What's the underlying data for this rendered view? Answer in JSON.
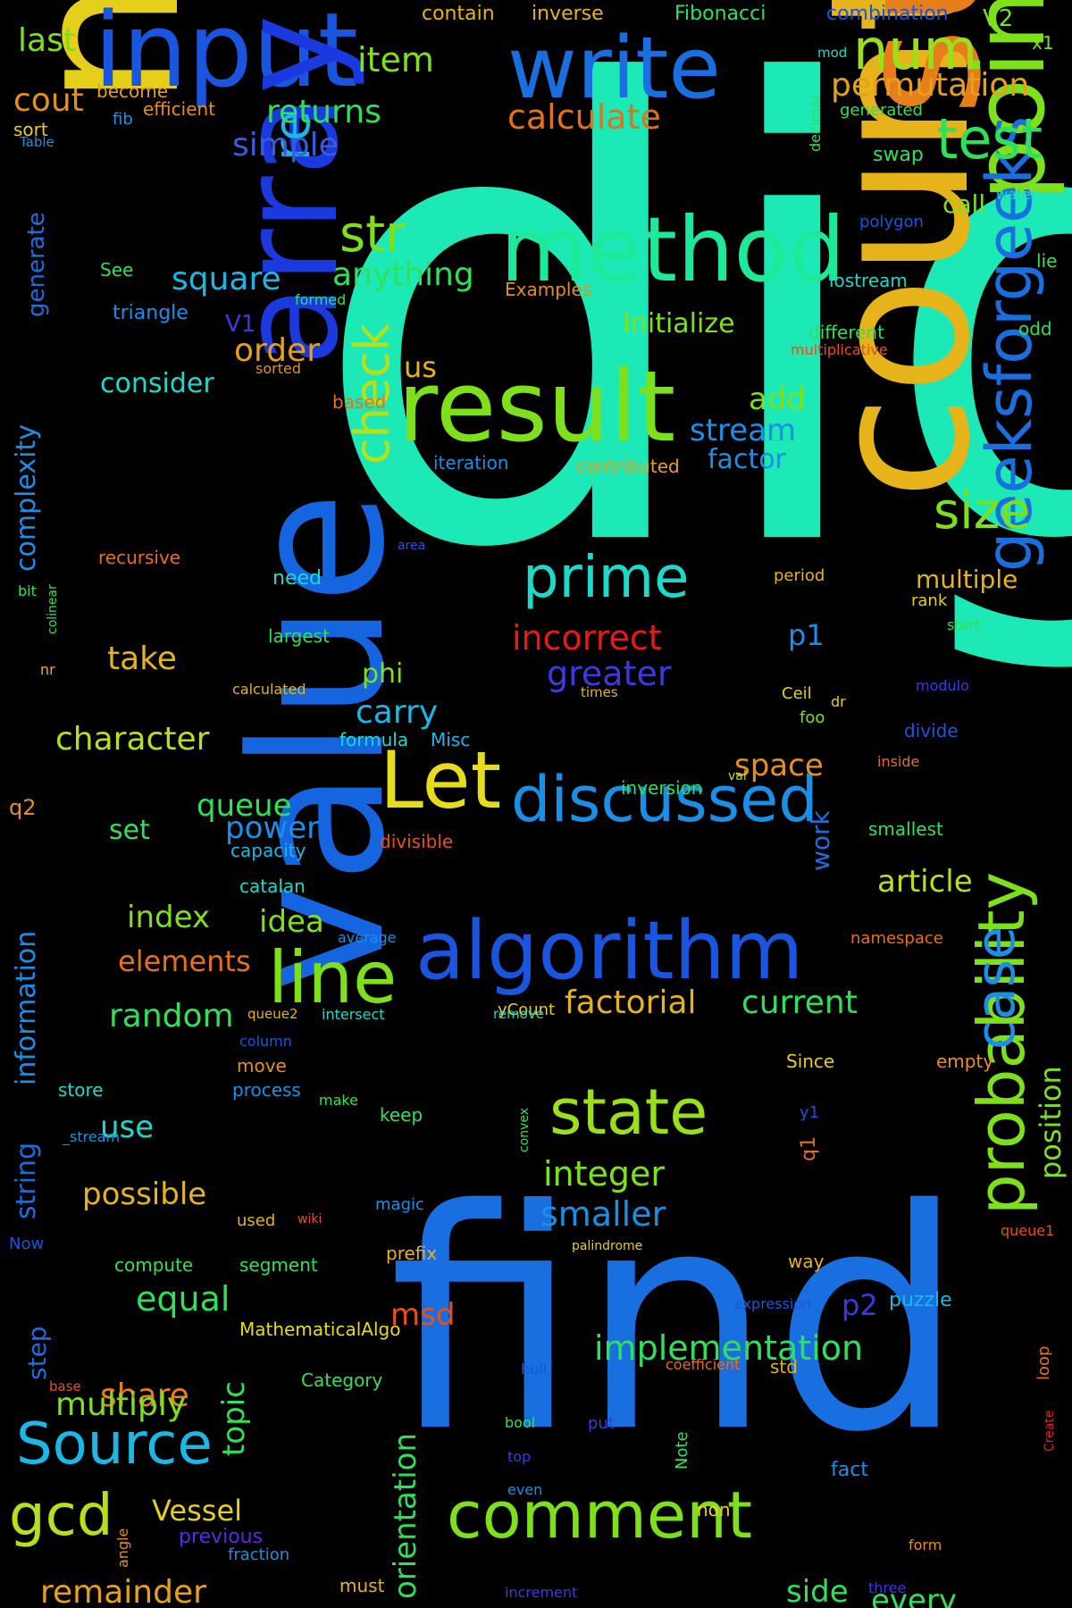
{
  "colors": {
    "background": "#000000"
  },
  "words": [
    {
      "text": "digit",
      "color": "#1de9b6"
    },
    {
      "text": "numbers",
      "color": "#e6cf1a"
    },
    {
      "text": "value",
      "color": "#1565e0"
    },
    {
      "text": "find",
      "color": "#1a6fe0"
    },
    {
      "text": "count",
      "color": "#e6b41a"
    },
    {
      "text": "sum",
      "color": "#e67e1a"
    },
    {
      "text": "input",
      "color": "#1a55e0"
    },
    {
      "text": "array",
      "color": "#1a3ae0"
    },
    {
      "text": "result",
      "color": "#7ee01a"
    },
    {
      "text": "method",
      "color": "#1de99a"
    },
    {
      "text": "write",
      "color": "#1a6fe0"
    },
    {
      "text": "points",
      "color": "#7ee01a"
    },
    {
      "text": "algorithm",
      "color": "#1a55e0"
    },
    {
      "text": "geeksforgeeks",
      "color": "#1a6fe0"
    },
    {
      "text": "probability",
      "color": "#7ee01a"
    },
    {
      "text": "discussed",
      "color": "#1a8fe6"
    },
    {
      "text": "Let",
      "color": "#e6dc1a"
    },
    {
      "text": "line",
      "color": "#7ee01a"
    },
    {
      "text": "comment",
      "color": "#7ee01a"
    },
    {
      "text": "state",
      "color": "#9ae01a"
    },
    {
      "text": "prime",
      "color": "#1dd9c9"
    },
    {
      "text": "test",
      "color": "#2ee05a"
    },
    {
      "text": "num",
      "color": "#9ae01a"
    },
    {
      "text": "Source",
      "color": "#1ab8e6"
    },
    {
      "text": "case",
      "color": "#1a8fe6"
    },
    {
      "text": "gcd",
      "color": "#b5e01a"
    },
    {
      "text": "str",
      "color": "#7ee01a"
    },
    {
      "text": "check",
      "color": "#b5e01a"
    },
    {
      "text": "re",
      "color": "#1ab8e6"
    },
    {
      "text": "size",
      "color": "#7ee01a"
    },
    {
      "text": "implementation",
      "color": "#2ee05a"
    },
    {
      "text": "integer",
      "color": "#7ee01a"
    },
    {
      "text": "smaller",
      "color": "#1a8fe6"
    },
    {
      "text": "incorrect",
      "color": "#e61a1a"
    },
    {
      "text": "greater",
      "color": "#3a3ae0"
    },
    {
      "text": "permutation",
      "color": "#e6a01a"
    },
    {
      "text": "calculate",
      "color": "#e6701a"
    },
    {
      "text": "returns",
      "color": "#2ee05a"
    },
    {
      "text": "item",
      "color": "#7ee01a"
    },
    {
      "text": "anything",
      "color": "#2ee05a"
    },
    {
      "text": "square",
      "color": "#1ab8e6"
    },
    {
      "text": "simple",
      "color": "#3a5ae0"
    },
    {
      "text": "cout",
      "color": "#e6901a"
    },
    {
      "text": "last",
      "color": "#7ee01a"
    },
    {
      "text": "order",
      "color": "#e6a01a"
    },
    {
      "text": "consider",
      "color": "#1dd9c9"
    },
    {
      "text": "complexity",
      "color": "#1a8fe6"
    },
    {
      "text": "character",
      "color": "#b5e01a"
    },
    {
      "text": "take",
      "color": "#e6b41a"
    },
    {
      "text": "carry",
      "color": "#1ab8e6"
    },
    {
      "text": "phi",
      "color": "#7ee01a"
    },
    {
      "text": "queue",
      "color": "#2ee05a"
    },
    {
      "text": "power",
      "color": "#1a8fe6"
    },
    {
      "text": "index",
      "color": "#7ee01a"
    },
    {
      "text": "idea",
      "color": "#7ee01a"
    },
    {
      "text": "random",
      "color": "#2ee05a"
    },
    {
      "text": "elements",
      "color": "#e6701a"
    },
    {
      "text": "information",
      "color": "#1a8fe6"
    },
    {
      "text": "string",
      "color": "#1a6fe0"
    },
    {
      "text": "possible",
      "color": "#e6b41a"
    },
    {
      "text": "use",
      "color": "#1dd9c9"
    },
    {
      "text": "equal",
      "color": "#2ee05a"
    },
    {
      "text": "share",
      "color": "#e67e1a"
    },
    {
      "text": "multiply",
      "color": "#7ee01a"
    },
    {
      "text": "remainder",
      "color": "#e6a01a"
    },
    {
      "text": "Vessel",
      "color": "#e6cf1a"
    },
    {
      "text": "topic",
      "color": "#2ee05a"
    },
    {
      "text": "orientation",
      "color": "#2ee05a"
    },
    {
      "text": "factorial",
      "color": "#e6b41a"
    },
    {
      "text": "current",
      "color": "#2ee05a"
    },
    {
      "text": "article",
      "color": "#b5e01a"
    },
    {
      "text": "space",
      "color": "#e6901a"
    },
    {
      "text": "stream",
      "color": "#1a8fe6"
    },
    {
      "text": "factor",
      "color": "#1a8fe6"
    },
    {
      "text": "add",
      "color": "#7ee01a"
    },
    {
      "text": "multiple",
      "color": "#e6b41a"
    },
    {
      "text": "position",
      "color": "#7ee01a"
    },
    {
      "text": "every",
      "color": "#2ee05a"
    },
    {
      "text": "side",
      "color": "#2ee05a"
    },
    {
      "text": "msd",
      "color": "#e6501a"
    },
    {
      "text": "p2",
      "color": "#3a3ae0"
    },
    {
      "text": "p1",
      "color": "#1a8fe6"
    },
    {
      "text": "puzzle",
      "color": "#1ab8e6"
    },
    {
      "text": "Initialize",
      "color": "#7ee01a"
    },
    {
      "text": "us",
      "color": "#e6b41a"
    },
    {
      "text": "call",
      "color": "#7ee01a"
    },
    {
      "text": "swap",
      "color": "#2ee05a"
    },
    {
      "text": "set",
      "color": "#2ee05a"
    },
    {
      "text": "step",
      "color": "#1a6fe0"
    },
    {
      "text": "generate",
      "color": "#1a6fe0"
    },
    {
      "text": "V1",
      "color": "#3a3ae0"
    },
    {
      "text": "V2",
      "color": "#7ee01a"
    },
    {
      "text": "triangle",
      "color": "#1a8fe6"
    },
    {
      "text": "See",
      "color": "#2ee05a"
    },
    {
      "text": "become",
      "color": "#e6a01a"
    },
    {
      "text": "efficient",
      "color": "#e6901a"
    },
    {
      "text": "fib",
      "color": "#1a8fe6"
    },
    {
      "text": "sort",
      "color": "#e6cf1a"
    },
    {
      "text": "Table",
      "color": "#1a8fe6"
    },
    {
      "text": "contain",
      "color": "#e6b41a"
    },
    {
      "text": "inverse",
      "color": "#e6b41a"
    },
    {
      "text": "Fibonacci",
      "color": "#2ee05a"
    },
    {
      "text": "combination",
      "color": "#1a55e0"
    },
    {
      "text": "x1",
      "color": "#7ee01a"
    },
    {
      "text": "mod",
      "color": "#1dd9c9"
    },
    {
      "text": "generated",
      "color": "#2ee05a"
    },
    {
      "text": "decimal",
      "color": "#2ee05a"
    },
    {
      "text": "water",
      "color": "#1dd9c9"
    },
    {
      "text": "polygon",
      "color": "#1a55e0"
    },
    {
      "text": "lie",
      "color": "#2ee05a"
    },
    {
      "text": "iostream",
      "color": "#1dd9c9"
    },
    {
      "text": "Examples",
      "color": "#e6901a"
    },
    {
      "text": "formed",
      "color": "#2ee05a"
    },
    {
      "text": "different",
      "color": "#2ee05a"
    },
    {
      "text": "odd",
      "color": "#2ee05a"
    },
    {
      "text": "multiplicative",
      "color": "#e6501a"
    },
    {
      "text": "sorted",
      "color": "#e6901a"
    },
    {
      "text": "based",
      "color": "#e6701a"
    },
    {
      "text": "iteration",
      "color": "#1a8fe6"
    },
    {
      "text": "contributed",
      "color": "#e6a01a"
    },
    {
      "text": "recursive",
      "color": "#e6701a"
    },
    {
      "text": "area",
      "color": "#1a55e0"
    },
    {
      "text": "need",
      "color": "#1dd9c9"
    },
    {
      "text": "bit",
      "color": "#2ee05a"
    },
    {
      "text": "colinear",
      "color": "#2ee05a"
    },
    {
      "text": "nr",
      "color": "#e6b41a"
    },
    {
      "text": "largest",
      "color": "#2ee05a"
    },
    {
      "text": "period",
      "color": "#e6b41a"
    },
    {
      "text": "rank",
      "color": "#e6cf1a"
    },
    {
      "text": "start",
      "color": "#2ee05a"
    },
    {
      "text": "calculated",
      "color": "#e6b41a"
    },
    {
      "text": "times",
      "color": "#e6b41a"
    },
    {
      "text": "Ceil",
      "color": "#e6cf1a"
    },
    {
      "text": "dr",
      "color": "#e6cf1a"
    },
    {
      "text": "modulo",
      "color": "#3a3ae0"
    },
    {
      "text": "foo",
      "color": "#7ee01a"
    },
    {
      "text": "divide",
      "color": "#1a55e0"
    },
    {
      "text": "formula",
      "color": "#1dd9c9"
    },
    {
      "text": "Misc",
      "color": "#1ab8e6"
    },
    {
      "text": "inside",
      "color": "#e6701a"
    },
    {
      "text": "val",
      "color": "#b5e01a"
    },
    {
      "text": "inversion",
      "color": "#2ee05a"
    },
    {
      "text": "q2",
      "color": "#e6901a"
    },
    {
      "text": "capacity",
      "color": "#1ab8e6"
    },
    {
      "text": "divisible",
      "color": "#e6501a"
    },
    {
      "text": "smallest",
      "color": "#2ee05a"
    },
    {
      "text": "catalan",
      "color": "#1dd9c9"
    },
    {
      "text": "work",
      "color": "#1a6fe0"
    },
    {
      "text": "average",
      "color": "#1a8fe6"
    },
    {
      "text": "namespace",
      "color": "#e6701a"
    },
    {
      "text": "queue2",
      "color": "#e6b41a"
    },
    {
      "text": "intersect",
      "color": "#1dd9c9"
    },
    {
      "text": "yCount",
      "color": "#e6cf1a"
    },
    {
      "text": "remove",
      "color": "#1dd9c9"
    },
    {
      "text": "column",
      "color": "#1a55e0"
    },
    {
      "text": "move",
      "color": "#e6901a"
    },
    {
      "text": "process",
      "color": "#1a8fe6"
    },
    {
      "text": "store",
      "color": "#1dd9c9"
    },
    {
      "text": "make",
      "color": "#2ee05a"
    },
    {
      "text": "Since",
      "color": "#e6cf1a"
    },
    {
      "text": "empty",
      "color": "#e6901a"
    },
    {
      "text": "keep",
      "color": "#2ee05a"
    },
    {
      "text": "convex",
      "color": "#2ee05a"
    },
    {
      "text": "_stream",
      "color": "#1a8fe6"
    },
    {
      "text": "y1",
      "color": "#1a55e0"
    },
    {
      "text": "q1",
      "color": "#e6701a"
    },
    {
      "text": "magic",
      "color": "#1a8fe6"
    },
    {
      "text": "used",
      "color": "#e6b41a"
    },
    {
      "text": "wiki",
      "color": "#e6501a"
    },
    {
      "text": "queue1",
      "color": "#e6501a"
    },
    {
      "text": "Now",
      "color": "#1a55e0"
    },
    {
      "text": "palindrome",
      "color": "#e6cf1a"
    },
    {
      "text": "compute",
      "color": "#2ee05a"
    },
    {
      "text": "segment",
      "color": "#2ee05a"
    },
    {
      "text": "prefix",
      "color": "#e6b41a"
    },
    {
      "text": "way",
      "color": "#e6b41a"
    },
    {
      "text": "expression",
      "color": "#1a55e0"
    },
    {
      "text": "MathematicalAlgo",
      "color": "#e6dc1a"
    },
    {
      "text": "Category",
      "color": "#2ee05a"
    },
    {
      "text": "hull",
      "color": "#1a55e0"
    },
    {
      "text": "coefficient",
      "color": "#e6701a"
    },
    {
      "text": "std",
      "color": "#e6b41a"
    },
    {
      "text": "loop",
      "color": "#e6701a"
    },
    {
      "text": "base",
      "color": "#e6501a"
    },
    {
      "text": "bool",
      "color": "#2ee05a"
    },
    {
      "text": "put",
      "color": "#3a3ae0"
    },
    {
      "text": "Note",
      "color": "#2ee05a"
    },
    {
      "text": "Create",
      "color": "#e61a1a"
    },
    {
      "text": "top",
      "color": "#3a3ae0"
    },
    {
      "text": "fact",
      "color": "#1a8fe6"
    },
    {
      "text": "even",
      "color": "#1a8fe6"
    },
    {
      "text": "non",
      "color": "#e6cf1a"
    },
    {
      "text": "angle",
      "color": "#e6901a"
    },
    {
      "text": "previous",
      "color": "#5a2ae0"
    },
    {
      "text": "fraction",
      "color": "#1a8fe6"
    },
    {
      "text": "form",
      "color": "#e6901a"
    },
    {
      "text": "must",
      "color": "#e6b41a"
    },
    {
      "text": "increment",
      "color": "#3a3ae0"
    },
    {
      "text": "three",
      "color": "#3a3ae0"
    }
  ]
}
